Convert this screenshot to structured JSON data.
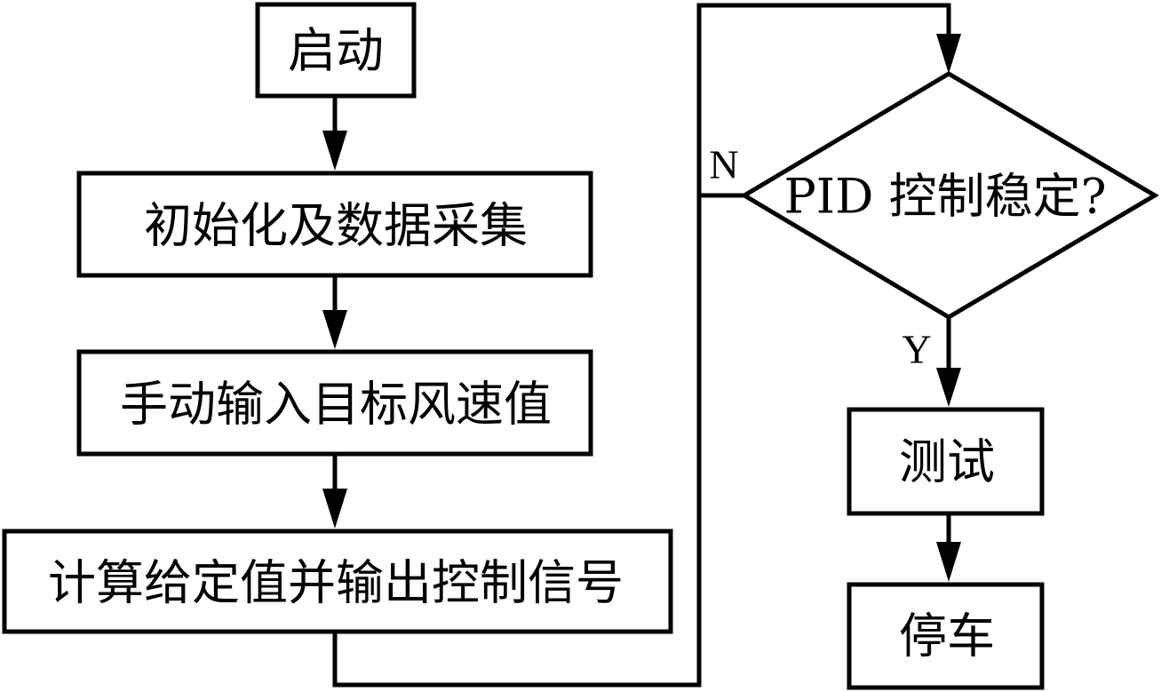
{
  "diagram": {
    "type": "flowchart",
    "colors": {
      "stroke": "#000000",
      "background": "#ffffff",
      "text": "#000000"
    },
    "nodes": {
      "start": {
        "label": "启动",
        "shape": "rectangle"
      },
      "init": {
        "label": "初始化及数据采集",
        "shape": "rectangle"
      },
      "input": {
        "label": "手动输入目标风速值",
        "shape": "rectangle"
      },
      "compute": {
        "label": "计算给定值并输出控制信号",
        "shape": "rectangle"
      },
      "decision": {
        "label": "PID 控制稳定?",
        "shape": "diamond"
      },
      "test": {
        "label": "测试",
        "shape": "rectangle"
      },
      "stop": {
        "label": "停车",
        "shape": "rectangle"
      }
    },
    "edges": [
      {
        "from": "start",
        "to": "init",
        "label": ""
      },
      {
        "from": "init",
        "to": "input",
        "label": ""
      },
      {
        "from": "input",
        "to": "compute",
        "label": ""
      },
      {
        "from": "compute",
        "to": "decision",
        "label": ""
      },
      {
        "from": "decision",
        "to": "test",
        "label": "Y"
      },
      {
        "from": "decision",
        "to": "decision",
        "label": "N"
      },
      {
        "from": "test",
        "to": "stop",
        "label": ""
      }
    ],
    "branch_labels": {
      "no": "N",
      "yes": "Y"
    }
  }
}
